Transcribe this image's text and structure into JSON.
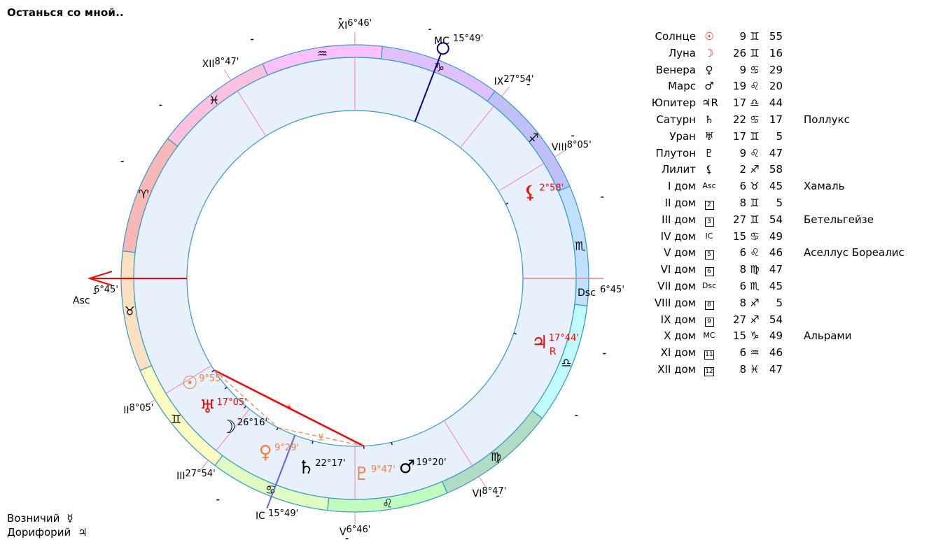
{
  "title": "Останься со мной..",
  "colors": {
    "ring_stroke": "#3399cc",
    "band_fill": "#e8f0fc",
    "cusp": "#f080c0",
    "axis_asc": "#ff0000",
    "mc": "#0000a0",
    "ic": "#6060f0",
    "aspect_major": "#ff0000",
    "aspect_minor": "#f08040"
  },
  "wheel": {
    "ascendant_longitude": 36.75,
    "signs": [
      {
        "glyph": "♈",
        "color": "#f8b8b8"
      },
      {
        "glyph": "♉",
        "color": "#fce0c0"
      },
      {
        "glyph": "♊",
        "color": "#fcfcc0"
      },
      {
        "glyph": "♋",
        "color": "#e0fcc0"
      },
      {
        "glyph": "♌",
        "color": "#c0fcc0"
      },
      {
        "glyph": "♍",
        "color": "#b0dcc4"
      },
      {
        "glyph": "♎",
        "color": "#c0fcfc"
      },
      {
        "glyph": "♏",
        "color": "#c0e0fc"
      },
      {
        "glyph": "♐",
        "color": "#c0c0f8"
      },
      {
        "glyph": "♑",
        "color": "#e0c0fc"
      },
      {
        "glyph": "♒",
        "color": "#fcc0fc"
      },
      {
        "glyph": "♓",
        "color": "#fcc0e0"
      }
    ],
    "cusps": [
      {
        "name": "Asc",
        "longitude": 36.75,
        "label": "6°45'",
        "kind": "asc"
      },
      {
        "name": "II",
        "longitude": 68.08,
        "label": "8°05'"
      },
      {
        "name": "III",
        "longitude": 87.9,
        "label": "27°54'"
      },
      {
        "name": "IC",
        "longitude": 105.82,
        "label": "15°49'",
        "kind": "ic"
      },
      {
        "name": "V",
        "longitude": 126.77,
        "label": "6°46'"
      },
      {
        "name": "VI",
        "longitude": 158.78,
        "label": "8°47'"
      },
      {
        "name": "Dsc",
        "longitude": 216.75,
        "label": "6°45'",
        "kind": "dsc"
      },
      {
        "name": "VIII",
        "longitude": 248.08,
        "label": "8°05'"
      },
      {
        "name": "IX",
        "longitude": 267.9,
        "label": "27°54'"
      },
      {
        "name": "MC",
        "longitude": 285.82,
        "label": "15°49'",
        "kind": "mc"
      },
      {
        "name": "XI",
        "longitude": 306.77,
        "label": "6°46'"
      },
      {
        "name": "XII",
        "longitude": 338.78,
        "label": "8°47'"
      }
    ],
    "planets": [
      {
        "name": "sun",
        "glyph": "☉",
        "longitude": 69.92,
        "label": "9°55'",
        "color": "#f08040"
      },
      {
        "name": "uranus",
        "glyph": "♅",
        "longitude": 77.08,
        "label": "17°05'",
        "color": "#ff0000"
      },
      {
        "name": "moon",
        "glyph": "☽",
        "longitude": 86.27,
        "label": "26°16'",
        "color": "#000000",
        "label_color": "#000000"
      },
      {
        "name": "venus",
        "glyph": "♀",
        "longitude": 99.48,
        "label": "9°29'",
        "color": "#f08040"
      },
      {
        "name": "saturn",
        "glyph": "♄",
        "longitude": 112.28,
        "label": "22°17'",
        "color": "#000000"
      },
      {
        "name": "pluto",
        "glyph": "♇",
        "longitude": 129.78,
        "label": "9°47'",
        "color": "#f08040"
      },
      {
        "name": "mars",
        "glyph": "♂",
        "longitude": 139.33,
        "label": "19°20'",
        "color": "#000000"
      },
      {
        "name": "jupiter",
        "glyph": "♃",
        "longitude": 197.73,
        "label": "17°44'",
        "retro": "R",
        "color": "#ff0000"
      },
      {
        "name": "lilith",
        "glyph": "⚸",
        "longitude": 242.97,
        "label": "2°58'",
        "color": "#ff0000"
      }
    ],
    "aspects": [
      {
        "from": 69.92,
        "to": 129.78,
        "style": "major",
        "mark": "*"
      },
      {
        "from": 69.92,
        "to": 99.48,
        "style": "minor",
        "mark": ""
      },
      {
        "from": 99.48,
        "to": 129.78,
        "style": "minor",
        "mark": "⊻"
      }
    ]
  },
  "table": [
    {
      "label": "Солнце",
      "glyph": "☉",
      "glyph_color": "#ff0000",
      "deg": "9",
      "sign": "♊",
      "min": "55",
      "star": ""
    },
    {
      "label": "Луна",
      "glyph": "☽",
      "glyph_color": "#ff0000",
      "deg": "26",
      "sign": "♊",
      "min": "16",
      "star": ""
    },
    {
      "label": "Венера",
      "glyph": "♀",
      "deg": "9",
      "sign": "♋",
      "min": "29",
      "star": ""
    },
    {
      "label": "Марс",
      "glyph": "♂",
      "deg": "19",
      "sign": "♌",
      "min": "20",
      "star": ""
    },
    {
      "label": "Юпитер",
      "glyph": "♃R",
      "deg": "17",
      "sign": "♎",
      "min": "44",
      "star": ""
    },
    {
      "label": "Сатурн",
      "glyph": "♄",
      "deg": "22",
      "sign": "♋",
      "min": "17",
      "star": "Поллукс"
    },
    {
      "label": "Уран",
      "glyph": "♅",
      "deg": "17",
      "sign": "♊",
      "min": "5",
      "star": ""
    },
    {
      "label": "Плутон",
      "glyph": "♇",
      "deg": "9",
      "sign": "♌",
      "min": "47",
      "star": ""
    },
    {
      "label": "Лилит",
      "glyph": "⚸",
      "deg": "2",
      "sign": "♐",
      "min": "58",
      "star": ""
    },
    {
      "label": "I дом",
      "glyph": "Asc",
      "deg": "6",
      "sign": "♉",
      "min": "45",
      "star": "Хамаль"
    },
    {
      "label": "II дом",
      "box": "2",
      "deg": "8",
      "sign": "♊",
      "min": "5",
      "star": ""
    },
    {
      "label": "III дом",
      "box": "3",
      "deg": "27",
      "sign": "♊",
      "min": "54",
      "star": "Бетельгейзе"
    },
    {
      "label": "IV дом",
      "glyph": "IC",
      "deg": "15",
      "sign": "♋",
      "min": "49",
      "star": ""
    },
    {
      "label": "V дом",
      "box": "5",
      "deg": "6",
      "sign": "♌",
      "min": "46",
      "star": "Аселлус Бореалис"
    },
    {
      "label": "VI дом",
      "box": "6",
      "deg": "8",
      "sign": "♍",
      "min": "47",
      "star": ""
    },
    {
      "label": "VII дом",
      "glyph": "Dsc",
      "deg": "6",
      "sign": "♏",
      "min": "45",
      "star": ""
    },
    {
      "label": "VIII дом",
      "box": "8",
      "deg": "8",
      "sign": "♐",
      "min": "5",
      "star": ""
    },
    {
      "label": "IX дом",
      "box": "9",
      "deg": "27",
      "sign": "♐",
      "min": "54",
      "star": ""
    },
    {
      "label": "X дом",
      "glyph": "MC",
      "deg": "15",
      "sign": "♑",
      "min": "49",
      "star": "Альрами"
    },
    {
      "label": "XI дом",
      "box": "11",
      "deg": "6",
      "sign": "♒",
      "min": "46",
      "star": ""
    },
    {
      "label": "XII дом",
      "box": "12",
      "deg": "8",
      "sign": "♓",
      "min": "47",
      "star": ""
    }
  ],
  "legend": [
    {
      "label": "Возничий",
      "glyph": "☿"
    },
    {
      "label": "Дорифорий",
      "glyph": "♃"
    }
  ]
}
